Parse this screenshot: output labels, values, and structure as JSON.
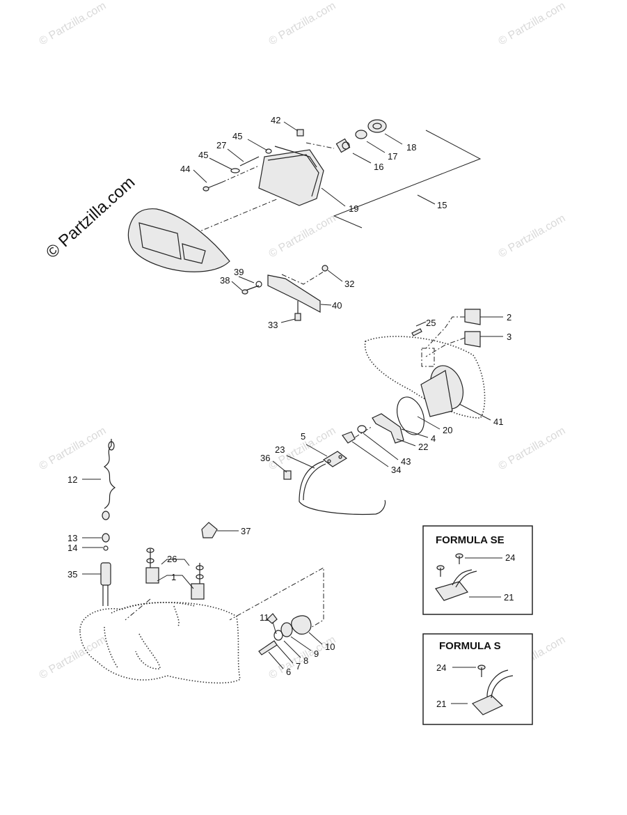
{
  "watermark": {
    "main": "© Partzilla.com",
    "faint": "© Partzilla.com"
  },
  "callouts": {
    "c1": "1",
    "c2": "2",
    "c3": "3",
    "c4": "4",
    "c5": "5",
    "c6": "6",
    "c7": "7",
    "c8": "8",
    "c9": "9",
    "c10": "10",
    "c11": "11",
    "c12": "12",
    "c13": "13",
    "c14": "14",
    "c15": "15",
    "c16": "16",
    "c17": "17",
    "c18": "18",
    "c19": "19",
    "c20": "20",
    "c21": "21",
    "c22": "22",
    "c23": "23",
    "c24": "24",
    "c25": "25",
    "c26": "26",
    "c27": "27",
    "c32": "32",
    "c33": "33",
    "c34": "34",
    "c35": "35",
    "c36": "36",
    "c37": "37",
    "c38": "38",
    "c39": "39",
    "c40": "40",
    "c41": "41",
    "c42": "42",
    "c43": "43",
    "c44": "44",
    "c45a": "45",
    "c45b": "45"
  },
  "boxes": {
    "formula_se": {
      "title": "FORMULA SE",
      "c24": "24",
      "c21": "21"
    },
    "formula_s": {
      "title": "FORMULA S",
      "c24": "24",
      "c21": "21"
    }
  }
}
